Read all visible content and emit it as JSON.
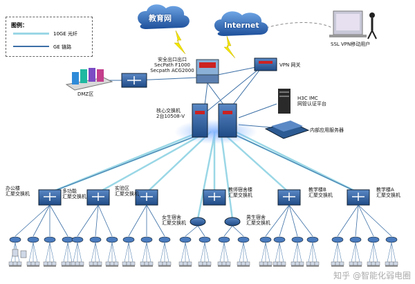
{
  "legend": {
    "title": "图例：",
    "fiber": "10GE 光纤",
    "ge": "GE 链路"
  },
  "clouds": {
    "edu": "教育网",
    "internet": "Internet"
  },
  "labels": {
    "vpn_user": "SSL VPN移动用户",
    "firewall": "安全出口出口\nSecPath F1000\nSecpath ACG2000",
    "vpn_gw": "VPN 网关",
    "dmz": "DMZ区",
    "core": "核心交换机\n2台10508-V",
    "imc": "H3C IMC\n网管认证平台",
    "intranet": "内部应用服务器",
    "office": "办公楼\n汇聚交换机",
    "multi": "多功能\n汇聚交换机",
    "lab": "实验区\n汇聚交换机",
    "teacher": "教师宿舍楼\n汇聚交换机",
    "teachB": "教学楼B\n汇聚交换机",
    "teachA": "教学楼A\n汇聚交换机",
    "female": "女生宿舍\n汇聚交换机",
    "male": "男生宿舍\n汇聚交换机"
  },
  "watermark": "知乎 @智能化弱电圈",
  "colors": {
    "fiber": "#9ad7e6",
    "ge": "#3a6ea5",
    "switch": "#2f5f9e",
    "lightning": "#f2e600"
  }
}
